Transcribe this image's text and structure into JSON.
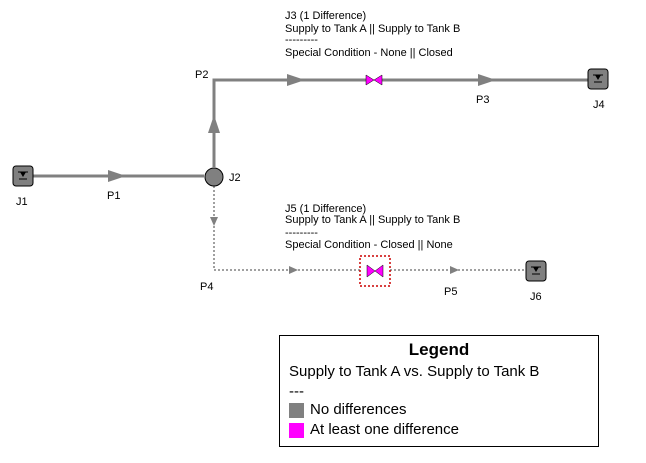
{
  "nodes": {
    "j1": {
      "label": "J1"
    },
    "j2": {
      "label": "J2"
    },
    "j4": {
      "label": "J4"
    },
    "j6": {
      "label": "J6"
    }
  },
  "pipes": {
    "p1": {
      "label": "P1"
    },
    "p2": {
      "label": "P2"
    },
    "p3": {
      "label": "P3"
    },
    "p4": {
      "label": "P4"
    },
    "p5": {
      "label": "P5"
    }
  },
  "annotations": {
    "j3": {
      "title": "J3 (1 Difference)",
      "scenarios": "Supply to Tank A || Supply to Tank B",
      "separator": "---------",
      "detail": "Special Condition - None || Closed"
    },
    "j5": {
      "title": "J5 (1 Difference)",
      "scenarios": "Supply to Tank A || Supply to Tank B",
      "separator": "---------",
      "detail": "Special Condition - Closed || None"
    }
  },
  "legend": {
    "title": "Legend",
    "comparison": "Supply to Tank A vs. Supply to Tank B",
    "separator": "---",
    "items": [
      {
        "label": "No differences",
        "color": "#808080"
      },
      {
        "label": "At least one difference",
        "color": "#ff00ff"
      }
    ]
  },
  "colors": {
    "pipe": "#808080",
    "difference": "#ff00ff",
    "selection": "#cc0000"
  }
}
